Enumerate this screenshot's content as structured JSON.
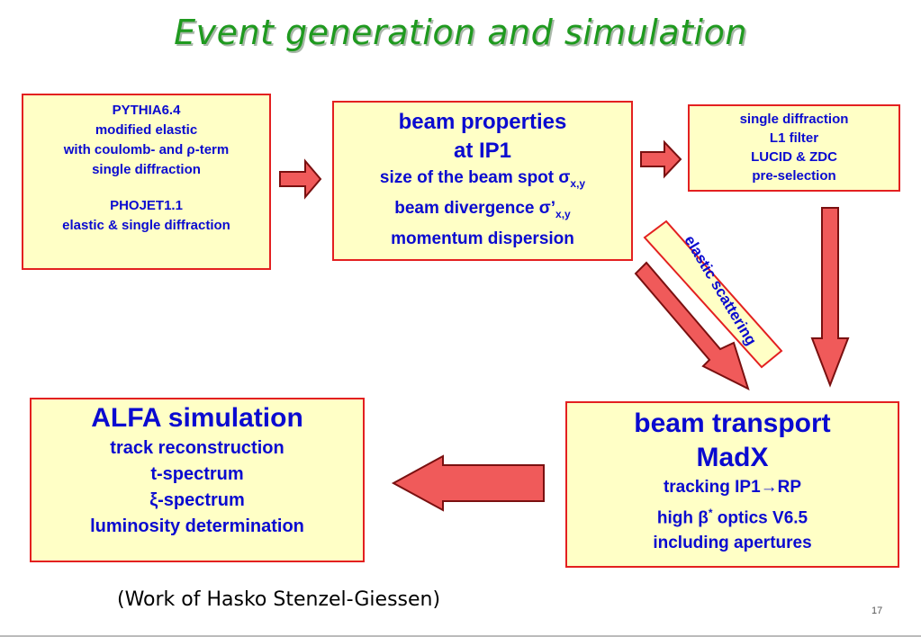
{
  "title": "Event generation and simulation",
  "pythia": {
    "line1": "PYTHIA6.4",
    "line2": "modified elastic",
    "line3": "with coulomb- and ρ-term",
    "line4": "single diffraction",
    "line5": "PHOJET1.1",
    "line6": "elastic & single diffraction"
  },
  "beam_props": {
    "line1": "beam properties",
    "line2": "at IP1",
    "line3": "size of the beam spot σ",
    "line3_sub": "x,y",
    "line4": "beam divergence σ’",
    "line4_sub": "x,y",
    "line5": "momentum dispersion"
  },
  "single_diff": {
    "line1": "single diffraction",
    "line2": "L1 filter",
    "line3": "LUCID & ZDC",
    "line4": "pre-selection"
  },
  "elastic_label": "elastic scattering",
  "alfa": {
    "line1": "ALFA simulation",
    "line2": "track reconstruction",
    "line3": "t-spectrum",
    "line4": "ξ-spectrum",
    "line5": "luminosity determination"
  },
  "transport": {
    "line1": "beam transport",
    "line2": "MadX",
    "line3a": "tracking IP1",
    "line3_arrow": "→",
    "line3b": "RP",
    "line4a": "high β",
    "line4_sup": "*",
    "line4b": " optics V6.5",
    "line5": "including apertures"
  },
  "footer": "(Work of Hasko Stenzel-Giessen)",
  "page_number": "17",
  "colors": {
    "title": "#1f9a1f",
    "box_fill": "#ffffc6",
    "box_border": "#e32020",
    "text": "#0a0ad0",
    "arrow_fill": "#f05a5a",
    "arrow_stroke": "#7a1010"
  }
}
